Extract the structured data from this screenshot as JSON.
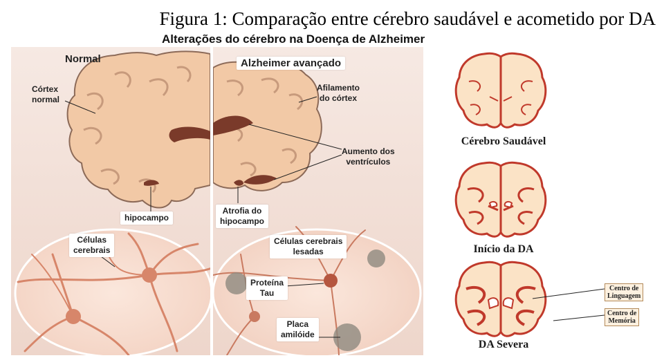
{
  "figure_caption": "Figura 1: Comparação entre cérebro saudável e acometido por DA",
  "illustration_title": "Alterações do cérebro na Doença de Alzheimer",
  "left_panel": {
    "heading": "Normal",
    "cortex_label": "Córtex\nnormal",
    "hippocampus_label": "hipocampo",
    "cells_label": "Células\ncerebrais"
  },
  "right_panel": {
    "heading": "Alzheimer avançado",
    "cortex_thinning_label": "Afilamento\ndo córtex",
    "ventricles_label": "Aumento dos\nventrículos",
    "hippocampus_atrophy_label": "Atrofia do\nhipocampo",
    "damaged_cells_label": "Células cerebrais\nlesadas",
    "tau_label": "Proteína\nTau",
    "amyloid_label": "Placa\namilóide"
  },
  "stages": [
    {
      "caption": "Cérebro Saudável"
    },
    {
      "caption": "Início da DA"
    },
    {
      "caption": "DA Severa"
    }
  ],
  "severe_callouts": {
    "language": "Centro de\nLinguagem",
    "memory": "Centro de\nMemória"
  },
  "colors": {
    "brain_fill": "#f2c9a6",
    "brain_outline": "#8c6a58",
    "ventricle": "#7a3a2a",
    "neuron": "#d7866a",
    "coronal_outline": "#c0392b",
    "coronal_fill": "#fbe3c6"
  }
}
